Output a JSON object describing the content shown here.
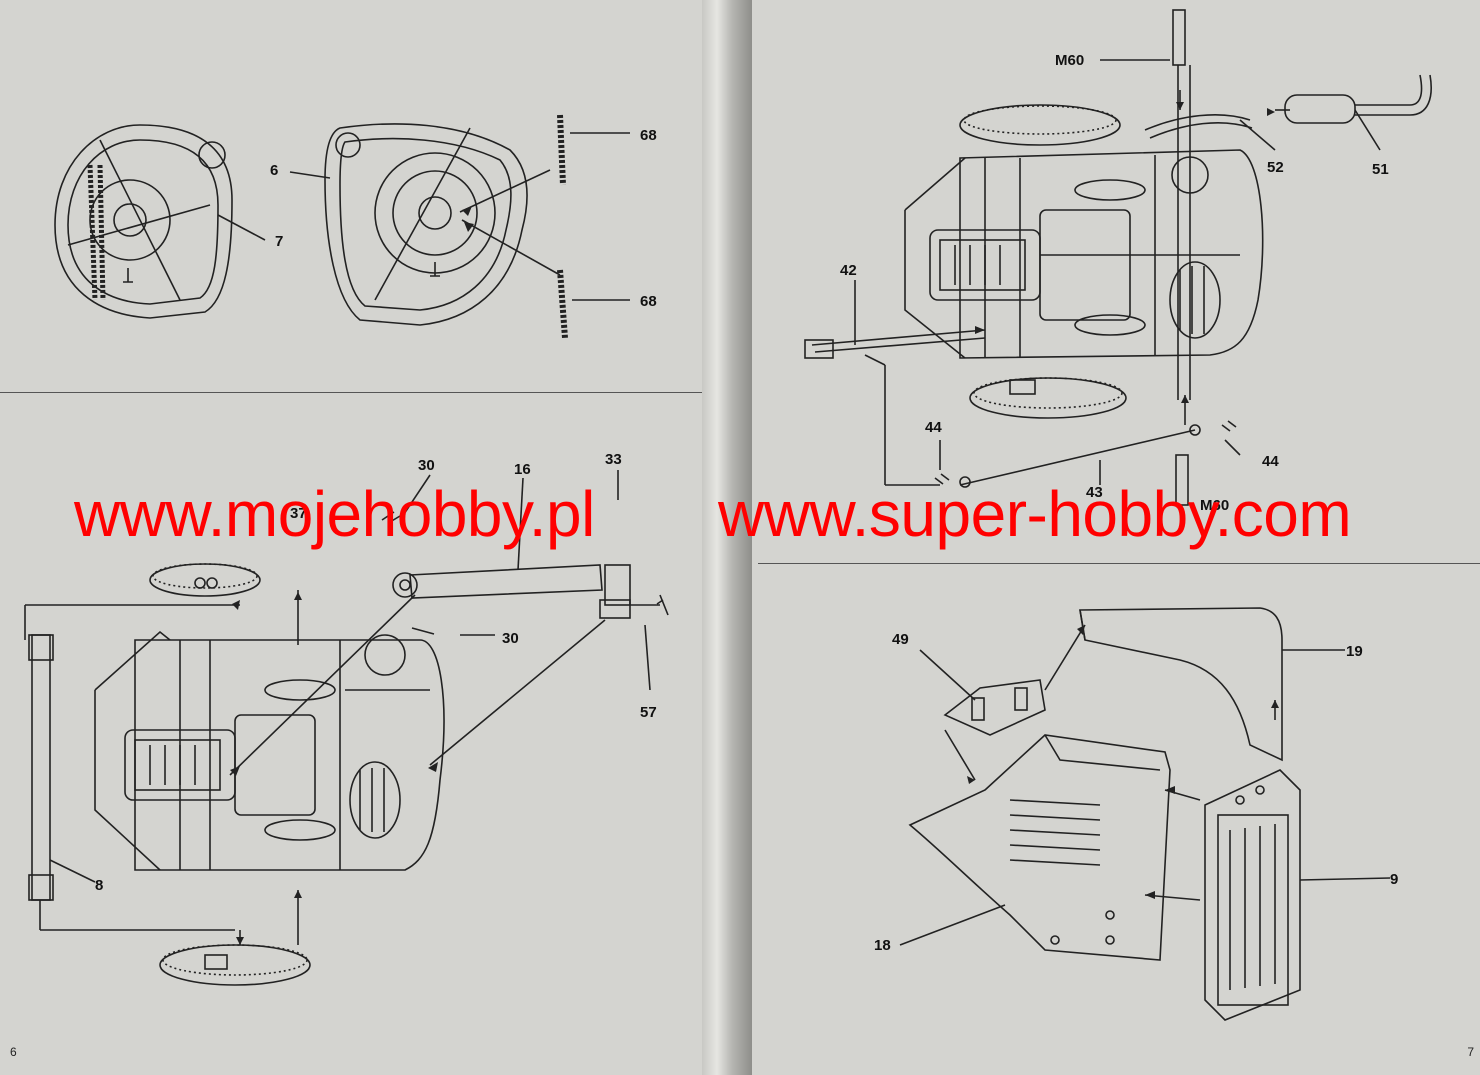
{
  "watermark": {
    "left": "www.mojehobby.pl",
    "right": "www.super-hobby.com"
  },
  "left_page": {
    "page_number": "6",
    "labels": {
      "l6": "6",
      "l7": "7",
      "l68a": "68",
      "l68b": "68",
      "l30a": "30",
      "l16": "16",
      "l33": "33",
      "l37": "37",
      "l30b": "30",
      "l57": "57",
      "l8": "8"
    }
  },
  "right_page": {
    "page_number": "7",
    "labels": {
      "lM60a": "M60",
      "l52": "52",
      "l51": "51",
      "l42": "42",
      "l44a": "44",
      "l44b": "44",
      "l43": "43",
      "lM60b": "M60",
      "l49": "49",
      "l19": "19",
      "l9": "9",
      "l18": "18"
    }
  }
}
